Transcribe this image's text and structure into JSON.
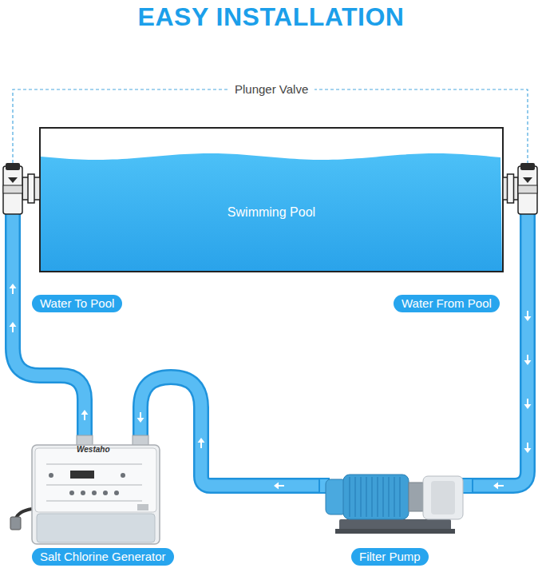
{
  "diagram": {
    "title": "EASY INSTALLATION",
    "nodes": [
      {
        "text": [
          "Swimming Pool"
        ]
      },
      {
        "text": [
          "Salt Chlorine Generator"
        ]
      },
      {
        "text": [
          "Filter Pump"
        ]
      }
    ],
    "edges": [
      {
        "from": 0,
        "to": 2,
        "arrow": "to",
        "label": "Water From Pool"
      },
      {
        "from": 2,
        "to": 1,
        "arrow": "to"
      },
      {
        "from": 1,
        "to": 0,
        "arrow": "to",
        "label": "Water To Pool"
      }
    ],
    "labels": [
      "Plunger Valve",
      "Westaho"
    ]
  }
}
